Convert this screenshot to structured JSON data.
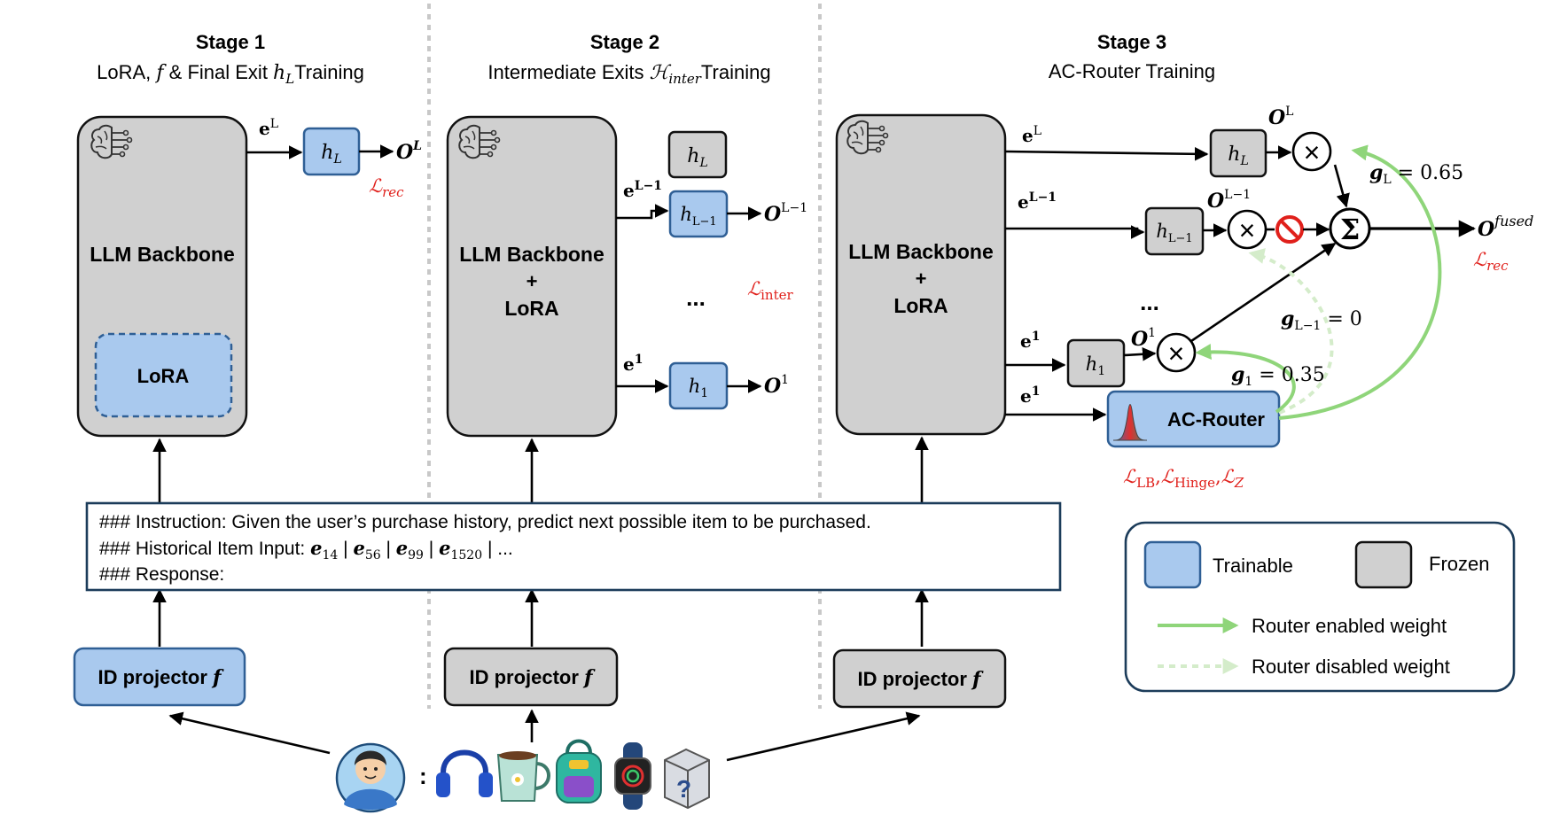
{
  "stages": [
    {
      "title": "Stage 1",
      "subtitle_pre": "LoRA, ",
      "subtitle_f": "f",
      "subtitle_mid": " & Final Exit ",
      "subtitle_h": "h",
      "subtitle_hsub": "L",
      "subtitle_post": "Training"
    },
    {
      "title": "Stage 2",
      "subtitle_pre": "Intermediate Exits ",
      "subtitle_H": "ℋ",
      "subtitle_Hsub": "inter",
      "subtitle_post": "Training"
    },
    {
      "title": "Stage 3",
      "subtitle": "AC-Router Training"
    }
  ],
  "backbone": {
    "s1": "LLM Backbone",
    "s2_l1": "LLM Backbone",
    "s2_l2": "+",
    "s2_l3": "LoRA",
    "s3_l1": "LLM Backbone",
    "s3_l2": "+",
    "s3_l3": "LoRA",
    "lora": "LoRA"
  },
  "symbols": {
    "e": "e",
    "L": "L",
    "Lm1": "L−1",
    "one": "1",
    "O": "O",
    "h": "h",
    "fused": "fused",
    "ellipsis": "...",
    "times": "×",
    "sigma": "Σ",
    "g": "g",
    "gL_val": " = 0.65",
    "gLm1_val": " = 0",
    "g1_val": " = 0.35",
    "loss": "ℒ",
    "rec": "rec",
    "inter": "inter",
    "LB": "LB",
    "Hinge": "Hinge",
    "Z": "Z",
    "comma": ","
  },
  "router": {
    "label": "AC-Router"
  },
  "prompt": {
    "line1": "### Instruction: Given the user’s purchase history, predict next possible item to be purchased.",
    "line2_pre": "### Historical Item Input: ",
    "items": [
      {
        "sub": "14"
      },
      {
        "sub": "56"
      },
      {
        "sub": "99"
      },
      {
        "sub": "1520"
      }
    ],
    "sep": " | ",
    "tail": " | ...",
    "line3": "### Response:"
  },
  "projector": {
    "label": "ID projector ",
    "f": "f"
  },
  "legend": {
    "trainable": "Trainable",
    "frozen": "Frozen",
    "enabled": "Router enabled weight",
    "disabled": "Router disabled weight"
  },
  "colors": {
    "trainable_fill": "#a9c9ee",
    "frozen_fill": "#d0d0d0",
    "loss_red": "#e0201b",
    "router_green": "#8fd57a",
    "router_green_disabled": "#d4ecca"
  },
  "icons": [
    "brain-icon",
    "user-avatar-icon",
    "headphones-icon",
    "mug-icon",
    "backpack-icon",
    "smartwatch-icon",
    "mystery-box-icon",
    "no-entry-icon",
    "gaussian-icon"
  ]
}
